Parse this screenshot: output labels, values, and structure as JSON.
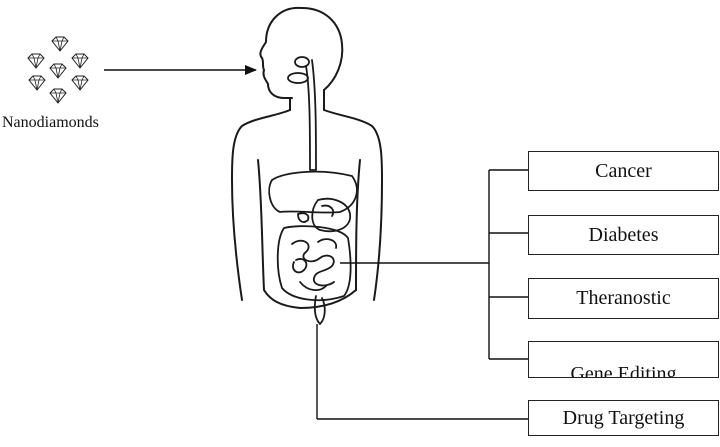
{
  "nanodiamonds": {
    "label": "Nanodiamonds"
  },
  "conditions": {
    "cancer": "Cancer",
    "diabetes": "Diabetes",
    "theranostic": "Theranostic",
    "gene_editing": "Gene Editing",
    "drug_targeting": "Drug Targeting"
  },
  "colors": {
    "line": "#111111",
    "background": "#ffffff"
  },
  "icons": [
    "diamond-icon",
    "human-body-outline",
    "digestive-system"
  ]
}
